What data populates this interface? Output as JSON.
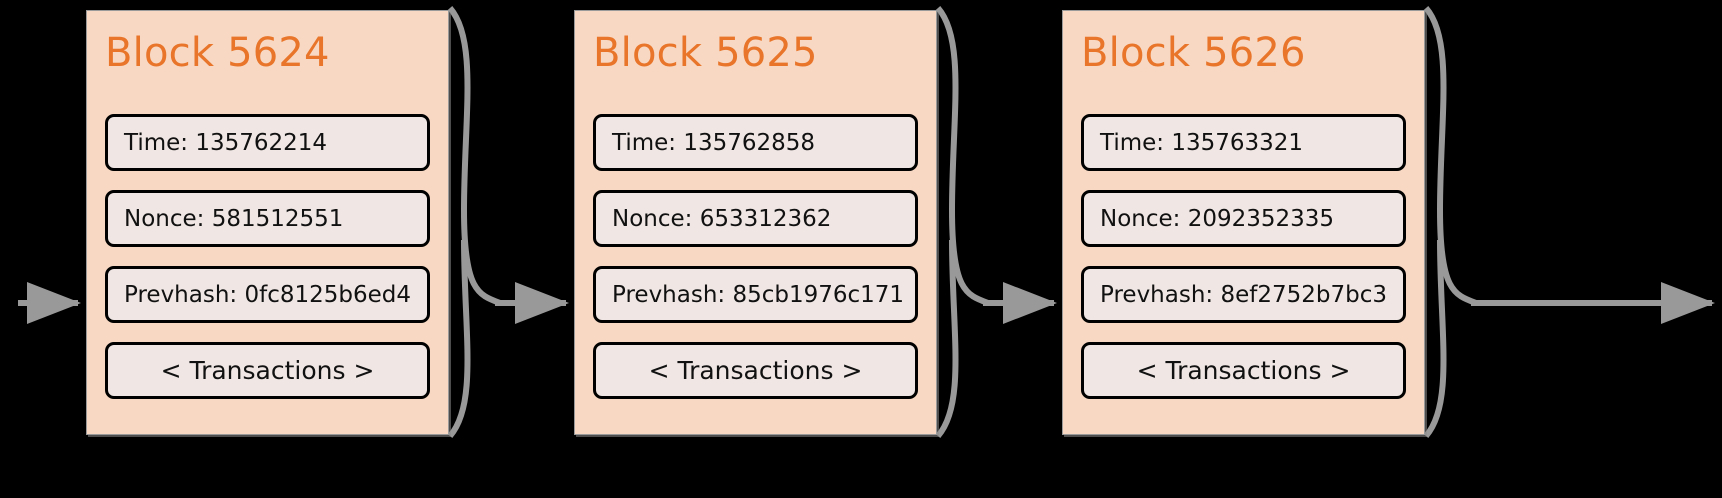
{
  "diagram": {
    "type": "blockchain-chain",
    "background_color": "#000000",
    "block_fill_color": "#f8d8c3",
    "field_fill_color": "#f0e7e4",
    "title_color": "#e8752a",
    "arrow_color": "#999999",
    "field_labels": {
      "time": "Time:",
      "nonce": "Nonce:",
      "prevhash": "Prevhash:"
    },
    "blocks": [
      {
        "title": "Block 5624",
        "time": "Time: 135762214",
        "nonce": "Nonce: 581512551",
        "prevhash": "Prevhash: 0fc8125b6ed4",
        "transactions": "< Transactions >"
      },
      {
        "title": "Block 5625",
        "time": "Time: 135762858",
        "nonce": "Nonce: 653312362",
        "prevhash": "Prevhash: 85cb1976c171",
        "transactions": "< Transactions >"
      },
      {
        "title": "Block 5626",
        "time": "Time: 135763321",
        "nonce": "Nonce: 2092352335",
        "prevhash": "Prevhash: 8ef2752b7bc3",
        "transactions": "< Transactions >"
      }
    ],
    "connectors": [
      {
        "name": "incoming-arrow-block-5624"
      },
      {
        "name": "link-block-5624-to-block-5625"
      },
      {
        "name": "link-block-5625-to-block-5626"
      },
      {
        "name": "outgoing-arrow-block-5626"
      }
    ]
  }
}
